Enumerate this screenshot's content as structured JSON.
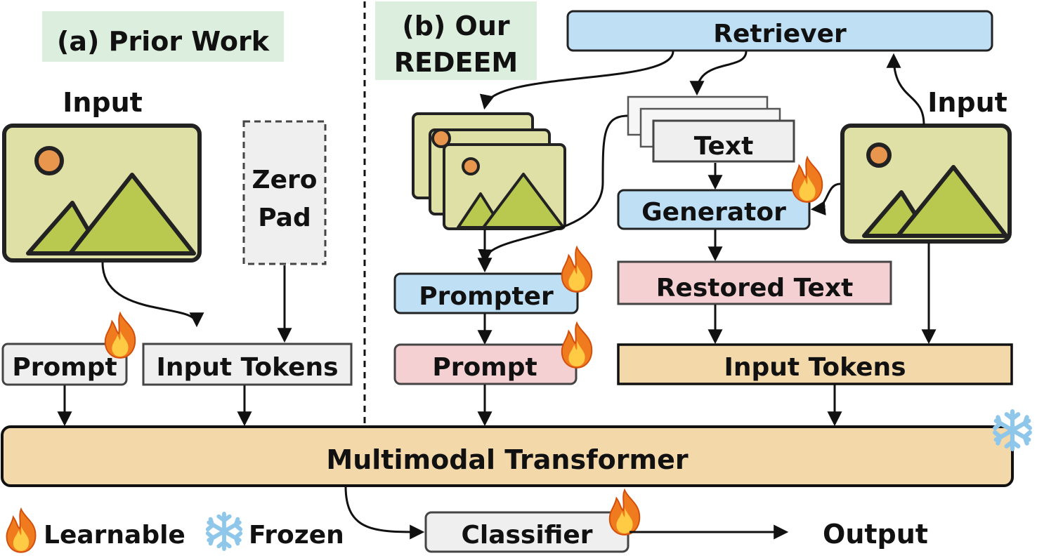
{
  "section_a": {
    "title": "(a) Prior Work"
  },
  "section_b": {
    "title_line1": "(b) Our",
    "title_line2": "REDEEM"
  },
  "labels": {
    "input_a": "Input",
    "zero_pad_line1": "Zero",
    "zero_pad_line2": "Pad",
    "prompt_a": "Prompt",
    "input_tokens_a": "Input Tokens",
    "retriever": "Retriever",
    "text": "Text",
    "input_b": "Input",
    "generator": "Generator",
    "prompter": "Prompter",
    "restored_text": "Restored Text",
    "prompt_b": "Prompt",
    "input_tokens_b": "Input Tokens",
    "transformer": "Multimodal Transformer",
    "classifier": "Classifier",
    "output": "Output"
  },
  "legend": {
    "learnable": "Learnable",
    "frozen": "Frozen"
  },
  "colors": {
    "green_label_bg": "#dceedd",
    "blue_box": "#bfdff5",
    "pink_box": "#f5d0d2",
    "tan_box": "#f3d8aa",
    "gray_box": "#efefef",
    "image_bg": "#dfe0a5",
    "mountain": "#b9c94f",
    "sun": "#e8954e",
    "flame": "#f07a1e",
    "snowflake": "#8fc7ea"
  },
  "icons": {
    "learnable": "flame-icon",
    "frozen": "snowflake-icon",
    "image": "image-icon"
  }
}
